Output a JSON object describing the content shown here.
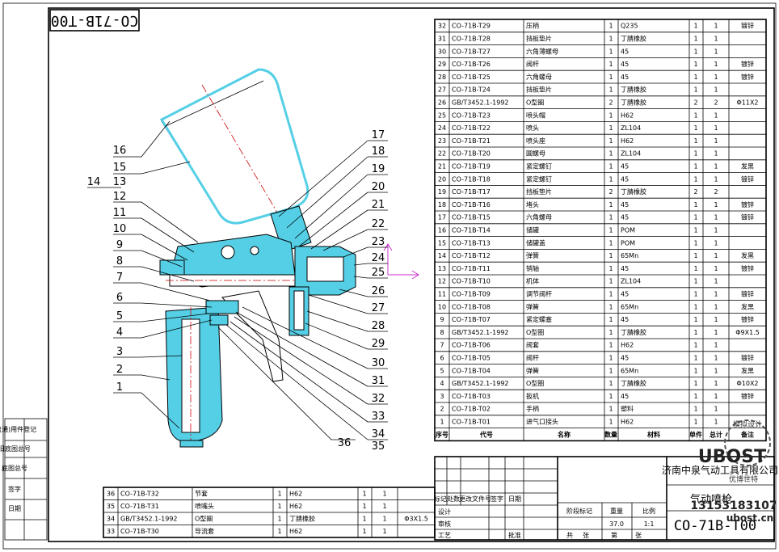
{
  "top_box_code": "CO-71B-T00",
  "callout_numbers": [
    "1",
    "2",
    "3",
    "4",
    "5",
    "6",
    "7",
    "8",
    "9",
    "10",
    "11",
    "12",
    "13",
    "14",
    "15",
    "16",
    "17",
    "18",
    "19",
    "20",
    "21",
    "22",
    "23",
    "24",
    "25",
    "26",
    "27",
    "28",
    "29",
    "30",
    "31",
    "32",
    "33",
    "34",
    "35",
    "36"
  ],
  "bom_right": {
    "header": [
      "序号",
      "代号",
      "名称",
      "数量",
      "材料",
      "单件",
      "总计",
      "备注"
    ],
    "rows": [
      [
        "32",
        "CO-71B-T29",
        "压柄",
        "1",
        "Q235",
        "1",
        "1",
        "镀锌"
      ],
      [
        "31",
        "CO-71B-T28",
        "挡板垫片",
        "1",
        "丁腈橡胶",
        "1",
        "1",
        ""
      ],
      [
        "30",
        "CO-71B-T27",
        "六角薄螺母",
        "1",
        "45",
        "1",
        "1",
        ""
      ],
      [
        "29",
        "CO-71B-T26",
        "阀杆",
        "1",
        "45",
        "1",
        "1",
        "镀锌"
      ],
      [
        "28",
        "CO-71B-T25",
        "六角螺母",
        "1",
        "45",
        "1",
        "1",
        "镀锌"
      ],
      [
        "27",
        "CO-71B-T24",
        "挡板垫片",
        "1",
        "丁腈橡胶",
        "1",
        "1",
        ""
      ],
      [
        "26",
        "GB/T3452.1-1992",
        "O型圈",
        "2",
        "丁腈橡胶",
        "2",
        "2",
        "Φ11X2"
      ],
      [
        "25",
        "CO-71B-T23",
        "喷头帽",
        "1",
        "H62",
        "1",
        "1",
        ""
      ],
      [
        "24",
        "CO-71B-T22",
        "喷头",
        "1",
        "ZL104",
        "1",
        "1",
        ""
      ],
      [
        "23",
        "CO-71B-T21",
        "喷头座",
        "1",
        "H62",
        "1",
        "1",
        ""
      ],
      [
        "22",
        "CO-71B-T20",
        "圆螺母",
        "1",
        "ZL104",
        "1",
        "1",
        ""
      ],
      [
        "21",
        "CO-71B-T19",
        "紧定螺钉",
        "1",
        "45",
        "1",
        "1",
        "发黑"
      ],
      [
        "20",
        "CO-71B-T18",
        "紧定螺钉",
        "1",
        "45",
        "1",
        "1",
        "镀锌"
      ],
      [
        "19",
        "CO-71B-T17",
        "挡板垫片",
        "2",
        "丁腈橡胶",
        "2",
        "2",
        ""
      ],
      [
        "18",
        "CO-71B-T16",
        "堵头",
        "1",
        "45",
        "1",
        "1",
        "镀锌"
      ],
      [
        "17",
        "CO-71B-T15",
        "六角螺母",
        "1",
        "45",
        "1",
        "1",
        "镀锌"
      ],
      [
        "16",
        "CO-71B-T14",
        "储罐",
        "1",
        "POM",
        "1",
        "1",
        ""
      ],
      [
        "15",
        "CO-71B-T13",
        "储罐盖",
        "1",
        "POM",
        "1",
        "1",
        ""
      ],
      [
        "14",
        "CO-71B-T12",
        "弹簧",
        "1",
        "65Mn",
        "1",
        "1",
        "发黑"
      ],
      [
        "13",
        "CO-71B-T11",
        "销轴",
        "1",
        "45",
        "1",
        "1",
        "镀锌"
      ],
      [
        "12",
        "CO-71B-T10",
        "机体",
        "1",
        "ZL104",
        "1",
        "1",
        ""
      ],
      [
        "11",
        "CO-71B-T09",
        "调节阀杆",
        "1",
        "45",
        "1",
        "1",
        "镀锌"
      ],
      [
        "10",
        "CO-71B-T08",
        "弹簧",
        "1",
        "65Mn",
        "1",
        "1",
        "发黑"
      ],
      [
        "9",
        "CO-71B-T07",
        "紧定螺塞",
        "1",
        "45",
        "1",
        "1",
        "镀锌"
      ],
      [
        "8",
        "GB/T3452.1-1992",
        "O型圈",
        "1",
        "丁腈橡胶",
        "1",
        "1",
        "Φ9X1.5"
      ],
      [
        "7",
        "CO-71B-T06",
        "阀套",
        "1",
        "H62",
        "1",
        "1",
        ""
      ],
      [
        "6",
        "CO-71B-T05",
        "阀杆",
        "1",
        "45",
        "1",
        "1",
        "镀锌"
      ],
      [
        "5",
        "CO-71B-T04",
        "弹簧",
        "1",
        "65Mn",
        "1",
        "1",
        "发黑"
      ],
      [
        "4",
        "GB/T3452.1-1992",
        "O型圈",
        "1",
        "丁腈橡胶",
        "1",
        "1",
        "Φ10X2"
      ],
      [
        "3",
        "CO-71B-T03",
        "扳机",
        "1",
        "45",
        "1",
        "1",
        "镀锌"
      ],
      [
        "2",
        "CO-71B-T02",
        "手柄",
        "1",
        "塑料",
        "1",
        "1",
        ""
      ],
      [
        "1",
        "CO-71B-T01",
        "进气口接头",
        "1",
        "H62",
        "1",
        "1",
        ""
      ]
    ]
  },
  "bom_bottom": {
    "rows": [
      [
        "36",
        "CO-71B-T32",
        "节套",
        "1",
        "H62",
        "1",
        "1",
        ""
      ],
      [
        "35",
        "CO-71B-T31",
        "喷嘴头",
        "1",
        "H62",
        "1",
        "1",
        ""
      ],
      [
        "34",
        "GB/T3452.1-1992",
        "O型圈",
        "1",
        "丁腈橡胶",
        "1",
        "1",
        "Φ3X1.5"
      ],
      [
        "33",
        "CO-71B-T30",
        "导流套",
        "1",
        "H62",
        "1",
        "1",
        ""
      ]
    ]
  },
  "title_block": {
    "company": "济南中泉气动工具有限公司",
    "product": "气动喷枪",
    "drawing_no": "CO-71B-T00",
    "scale": "1:1",
    "weight": "37.0",
    "small_labels": [
      "标记",
      "处数",
      "更改文件号",
      "签字",
      "日期",
      "设计",
      "审核",
      "工艺",
      "批准",
      "阶段标记",
      "重量",
      "比例",
      "共",
      "张",
      "第",
      "张"
    ]
  },
  "left_strip": [
    "借(通)用件登记",
    "旧底图总号",
    "底图总号",
    "签字",
    "日期"
  ],
  "watermark": {
    "brand": "UBOST",
    "tagline": "优博世特",
    "phone": "13153183107",
    "site": "ubost.cn",
    "stamp": "模拟设计"
  },
  "colors": {
    "outline": "#000000",
    "section_fill": "#55cfe6",
    "cup_fill": "#ffffff",
    "center_line": "#cc0000",
    "arrow": "#cc33cc"
  }
}
